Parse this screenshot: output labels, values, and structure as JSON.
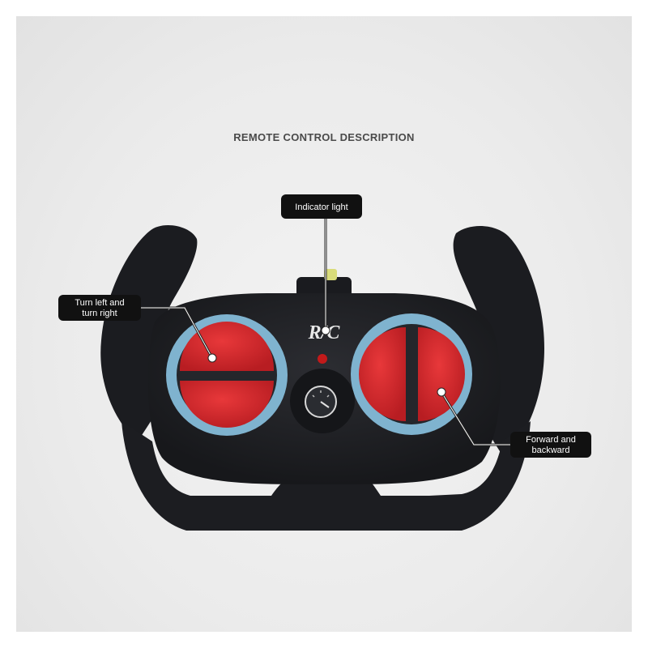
{
  "title": "REMOTE CONTROL DESCRIPTION",
  "logo": "R/C",
  "callouts": {
    "indicator": "Indicator light",
    "steer_line1": "Turn left and",
    "steer_line2": "turn right",
    "drive_line1": "Forward and",
    "drive_line2": "backward"
  },
  "colors": {
    "body": "#1f2024",
    "button_red": "#d8282c",
    "ring_blue": "#7fb3cf",
    "callout_bg": "#111111",
    "indicator_led": "#c21a1a"
  }
}
